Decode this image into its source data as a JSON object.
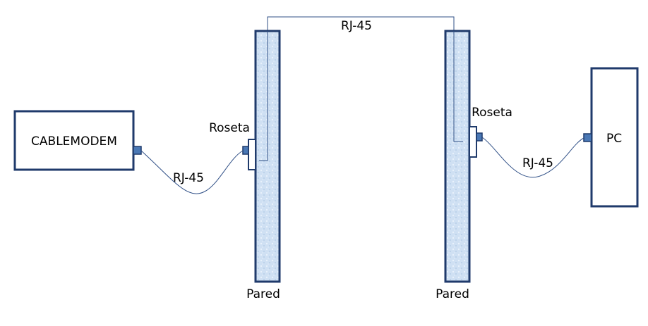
{
  "colors": {
    "outline": "#1f3a6b",
    "wall_fill": "#cfe0f3",
    "connector": "#4a78b5",
    "cable": "#2f4f86",
    "text": "#000000"
  },
  "nodes": {
    "cablemodem": {
      "label": "CABLEMODEM"
    },
    "pc": {
      "label": "PC"
    }
  },
  "walls": {
    "left": {
      "label": "Pared"
    },
    "right": {
      "label": "Pared"
    }
  },
  "outlets": {
    "left": {
      "label": "Roseta"
    },
    "right": {
      "label": "Roseta"
    }
  },
  "cables": {
    "modem_to_outlet": {
      "label": "RJ-45"
    },
    "through_wall": {
      "label": "RJ-45"
    },
    "outlet_to_pc": {
      "label": "RJ-45"
    }
  }
}
